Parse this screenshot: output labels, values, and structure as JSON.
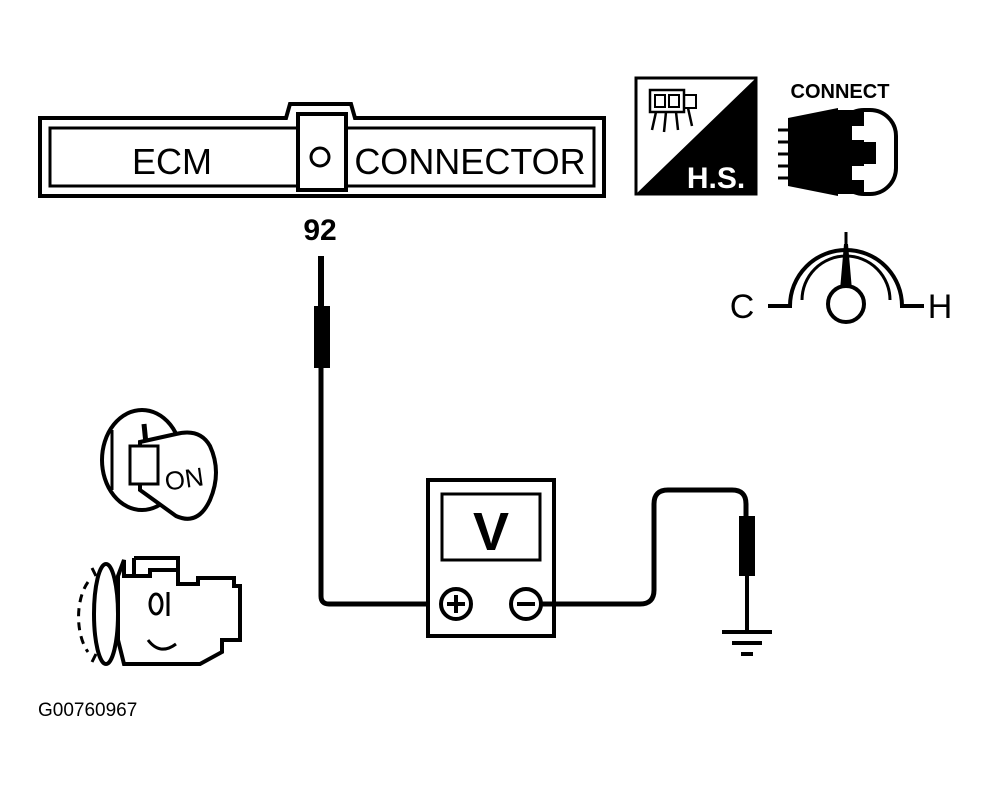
{
  "connector_banner": {
    "left_label": "ECM",
    "right_label": "CONNECTOR",
    "pin_number": "92"
  },
  "harness_icon": {
    "label": "H.S.",
    "icon": "harness-side-connector-icon"
  },
  "connect_icon": {
    "label": "CONNECT",
    "icon": "connector-plug-icon"
  },
  "temperature_gauge": {
    "cold_label": "C",
    "hot_label": "H",
    "icon": "temperature-gauge-icon"
  },
  "ignition_key": {
    "label": "ON",
    "icon": "ignition-key-icon"
  },
  "engine_icon": {
    "icon": "engine-running-icon"
  },
  "voltmeter": {
    "label": "V",
    "positive_terminal": "⊕",
    "negative_terminal": "⊖"
  },
  "figure_id": "G00760967",
  "colors": {
    "ink": "#000000",
    "paper": "#ffffff"
  }
}
